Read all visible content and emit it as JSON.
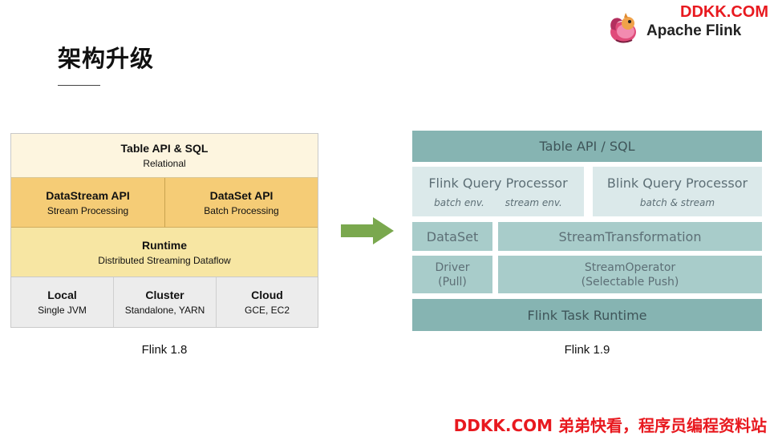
{
  "header": {
    "title": "架构升级",
    "watermark": "DDKK.COM",
    "brand_name": "Apache Flink"
  },
  "old": {
    "caption": "Flink 1.8",
    "table_api": {
      "title": "Table API & SQL",
      "sub": "Relational"
    },
    "datastream": {
      "title": "DataStream API",
      "sub": "Stream Processing"
    },
    "dataset": {
      "title": "DataSet API",
      "sub": "Batch Processing"
    },
    "runtime": {
      "title": "Runtime",
      "sub": "Distributed Streaming Dataflow"
    },
    "local": {
      "title": "Local",
      "sub": "Single JVM"
    },
    "cluster": {
      "title": "Cluster",
      "sub": "Standalone, YARN"
    },
    "cloud": {
      "title": "Cloud",
      "sub": "GCE, EC2"
    }
  },
  "new": {
    "caption": "Flink 1.9",
    "table_api": "Table API / SQL",
    "flink_qp": {
      "title": "Flink Query Processor",
      "sub1": "batch env.",
      "sub2": "stream env."
    },
    "blink_qp": {
      "title": "Blink Query Processor",
      "sub1": "batch & stream"
    },
    "dataset": "DataSet",
    "stream_transformation": "StreamTransformation",
    "driver": {
      "line1": "Driver",
      "line2": "(Pull)"
    },
    "stream_operator": {
      "line1": "StreamOperator",
      "line2": "(Selectable Push)"
    },
    "runtime": "Flink Task Runtime"
  },
  "footer": {
    "watermark": "DDKK.COM 弟弟快看，程序员编程资料站"
  },
  "colors": {
    "watermark": "#e8191f",
    "arrow": "#7aa84e"
  }
}
